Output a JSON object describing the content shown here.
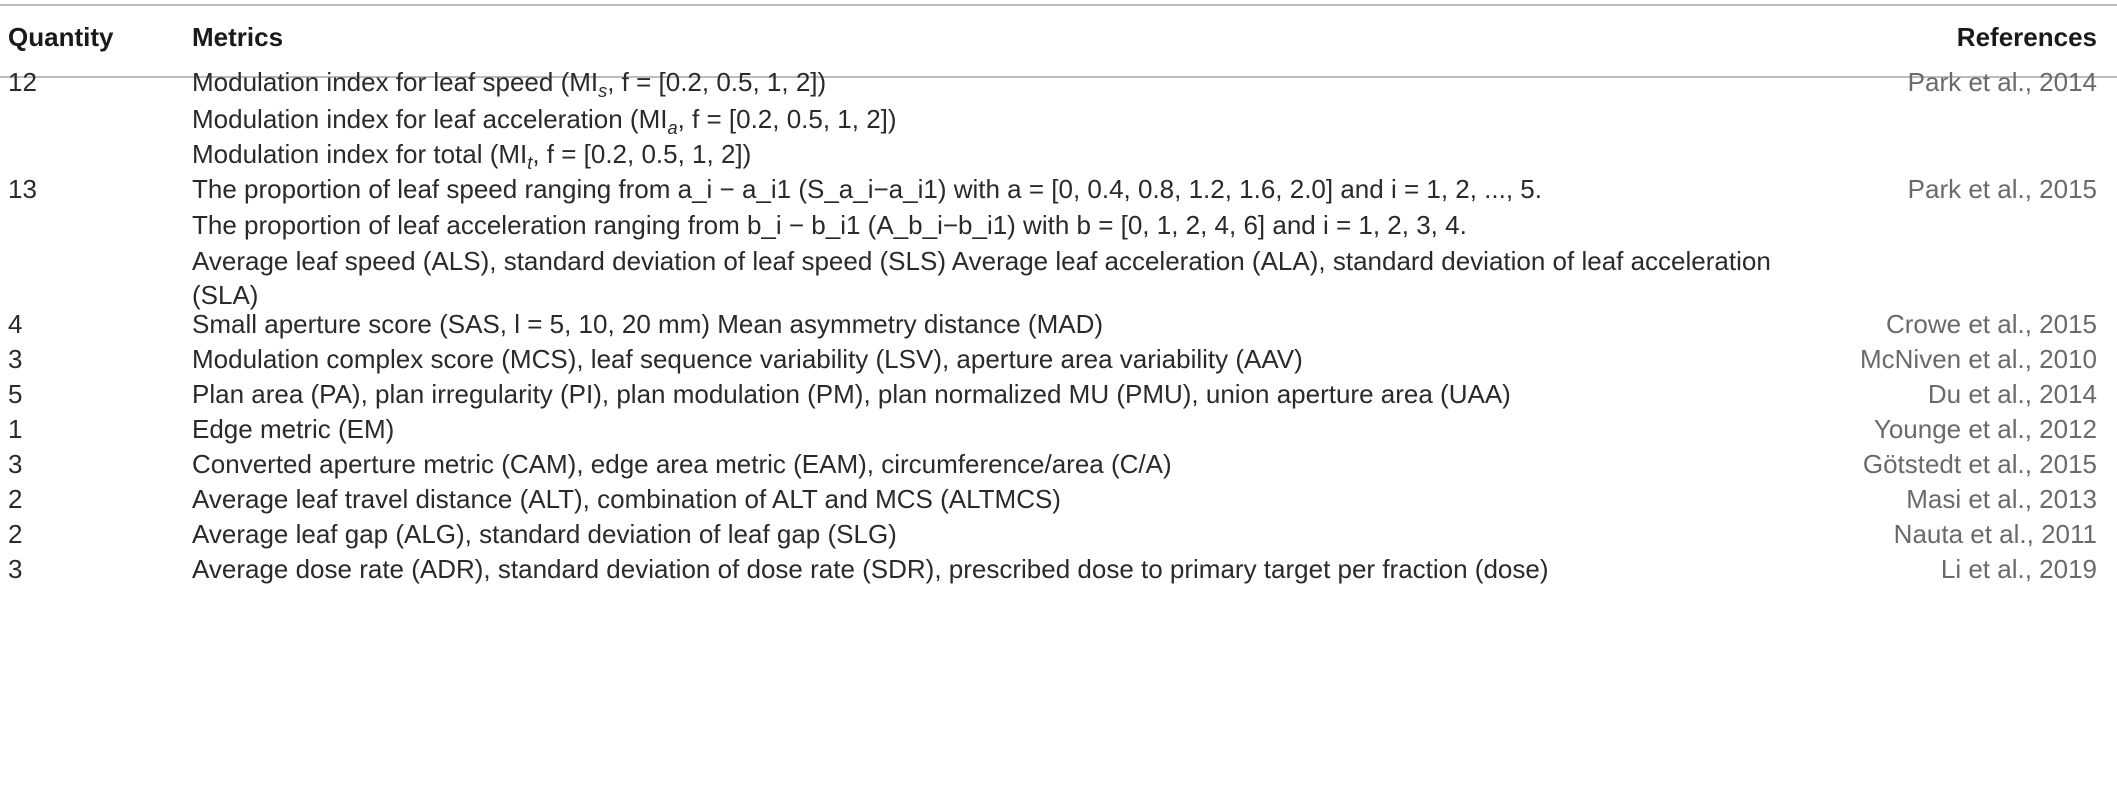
{
  "header": {
    "quantity": "Quantity",
    "metrics": "Metrics",
    "references": "References"
  },
  "rows": [
    {
      "quantity": "12",
      "reference": "Park et al., 2014",
      "metrics": [
        {
          "pre": "Modulation index for leaf speed (MI",
          "sub": "s",
          "post": ", f = [0.2, 0.5, 1, 2])"
        },
        {
          "pre": "Modulation index for leaf acceleration (MI",
          "sub": "a",
          "post": ", f = [0.2, 0.5, 1, 2])"
        },
        {
          "pre": "Modulation index for total (MI",
          "sub": "t",
          "post": ", f = [0.2, 0.5, 1, 2])"
        }
      ]
    },
    {
      "quantity": "13",
      "reference": "Park et al., 2015",
      "metrics": [
        {
          "text": "The proportion of leaf speed ranging from a_i − a_i1 (S_a_i−a_i1) with a = [0, 0.4, 0.8, 1.2, 1.6, 2.0] and i = 1, 2, ..., 5."
        },
        {
          "text": "The proportion of leaf acceleration ranging from b_i − b_i1 (A_b_i−b_i1) with b = [0, 1, 2, 4, 6] and i = 1, 2, 3, 4."
        },
        {
          "text": "Average leaf speed (ALS), standard deviation of leaf speed (SLS) Average leaf acceleration (ALA), standard deviation of leaf acceleration (SLA)"
        }
      ]
    },
    {
      "quantity": "4",
      "metric": "Small aperture score (SAS, l = 5, 10, 20 mm) Mean asymmetry distance (MAD)",
      "reference": "Crowe et al., 2015"
    },
    {
      "quantity": "3",
      "metric": "Modulation complex score (MCS), leaf sequence variability (LSV), aperture area variability (AAV)",
      "reference": "McNiven et al., 2010"
    },
    {
      "quantity": "5",
      "metric": "Plan area (PA), plan irregularity (PI), plan modulation (PM), plan normalized MU (PMU), union aperture area (UAA)",
      "reference": "Du et al., 2014"
    },
    {
      "quantity": "1",
      "metric": "Edge metric (EM)",
      "reference": "Younge et al., 2012"
    },
    {
      "quantity": "3",
      "metric": "Converted aperture metric (CAM), edge area metric (EAM), circumference/area (C/A)",
      "reference": "Götstedt et al., 2015"
    },
    {
      "quantity": "2",
      "metric": "Average leaf travel distance (ALT), combination of ALT and MCS (ALTMCS)",
      "reference": "Masi et al., 2013"
    },
    {
      "quantity": "2",
      "metric": "Average leaf gap (ALG), standard deviation of leaf gap (SLG)",
      "reference": "Nauta et al., 2011"
    },
    {
      "quantity": "3",
      "metric": "Average dose rate (ADR), standard deviation of dose rate (SDR), prescribed dose to primary target per fraction (dose)",
      "reference": "Li et al., 2019"
    }
  ]
}
